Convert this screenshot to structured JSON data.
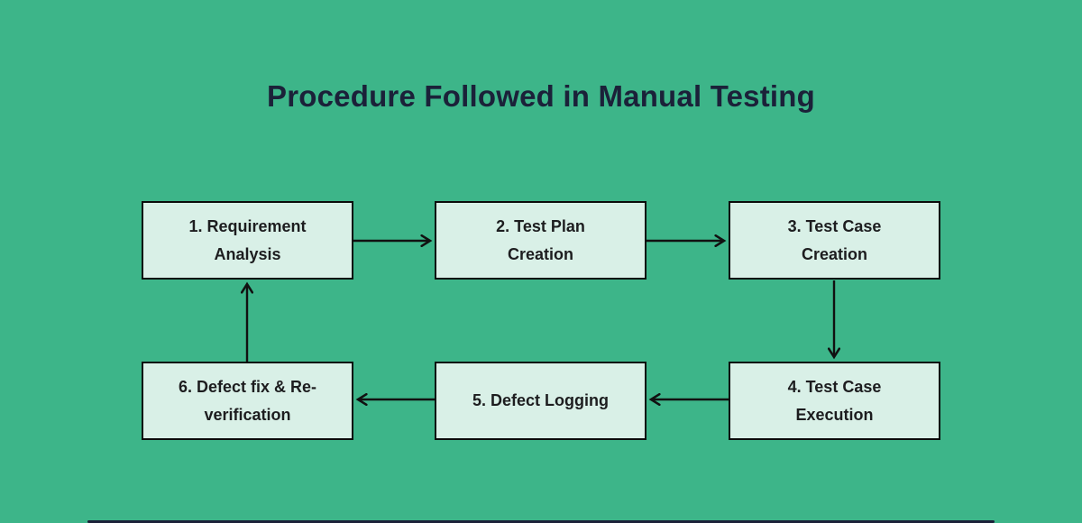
{
  "title": "Procedure Followed in Manual Testing",
  "colors": {
    "background": "#3db589",
    "box_fill": "#d9f0e7",
    "box_border": "#0b0b0b",
    "title_text": "#1b2139",
    "box_text": "#1d1d1f",
    "arrow": "#111111",
    "bottom_line": "#1b2139"
  },
  "diagram": {
    "steps": [
      {
        "label": "1. Requirement Analysis",
        "lines": [
          "1. Requirement",
          "Analysis"
        ]
      },
      {
        "label": "2. Test Plan Creation",
        "lines": [
          "2. Test Plan",
          "Creation"
        ]
      },
      {
        "label": "3. Test Case Creation",
        "lines": [
          "3. Test Case",
          "Creation"
        ]
      },
      {
        "label": "4. Test Case Execution",
        "lines": [
          "4. Test Case",
          "Execution"
        ]
      },
      {
        "label": "5. Defect Logging",
        "lines": [
          "5. Defect Logging"
        ]
      },
      {
        "label": "6. Defect fix & Re-verification",
        "lines": [
          "6. Defect fix & Re-",
          "verification"
        ]
      }
    ],
    "flow": [
      {
        "from": "1. Requirement Analysis",
        "to": "2. Test Plan Creation"
      },
      {
        "from": "2. Test Plan Creation",
        "to": "3. Test Case Creation"
      },
      {
        "from": "3. Test Case Creation",
        "to": "4. Test Case Execution"
      },
      {
        "from": "4. Test Case Execution",
        "to": "5. Defect Logging"
      },
      {
        "from": "5. Defect Logging",
        "to": "6. Defect fix & Re-verification"
      },
      {
        "from": "6. Defect fix & Re-verification",
        "to": "1. Requirement Analysis"
      }
    ]
  }
}
